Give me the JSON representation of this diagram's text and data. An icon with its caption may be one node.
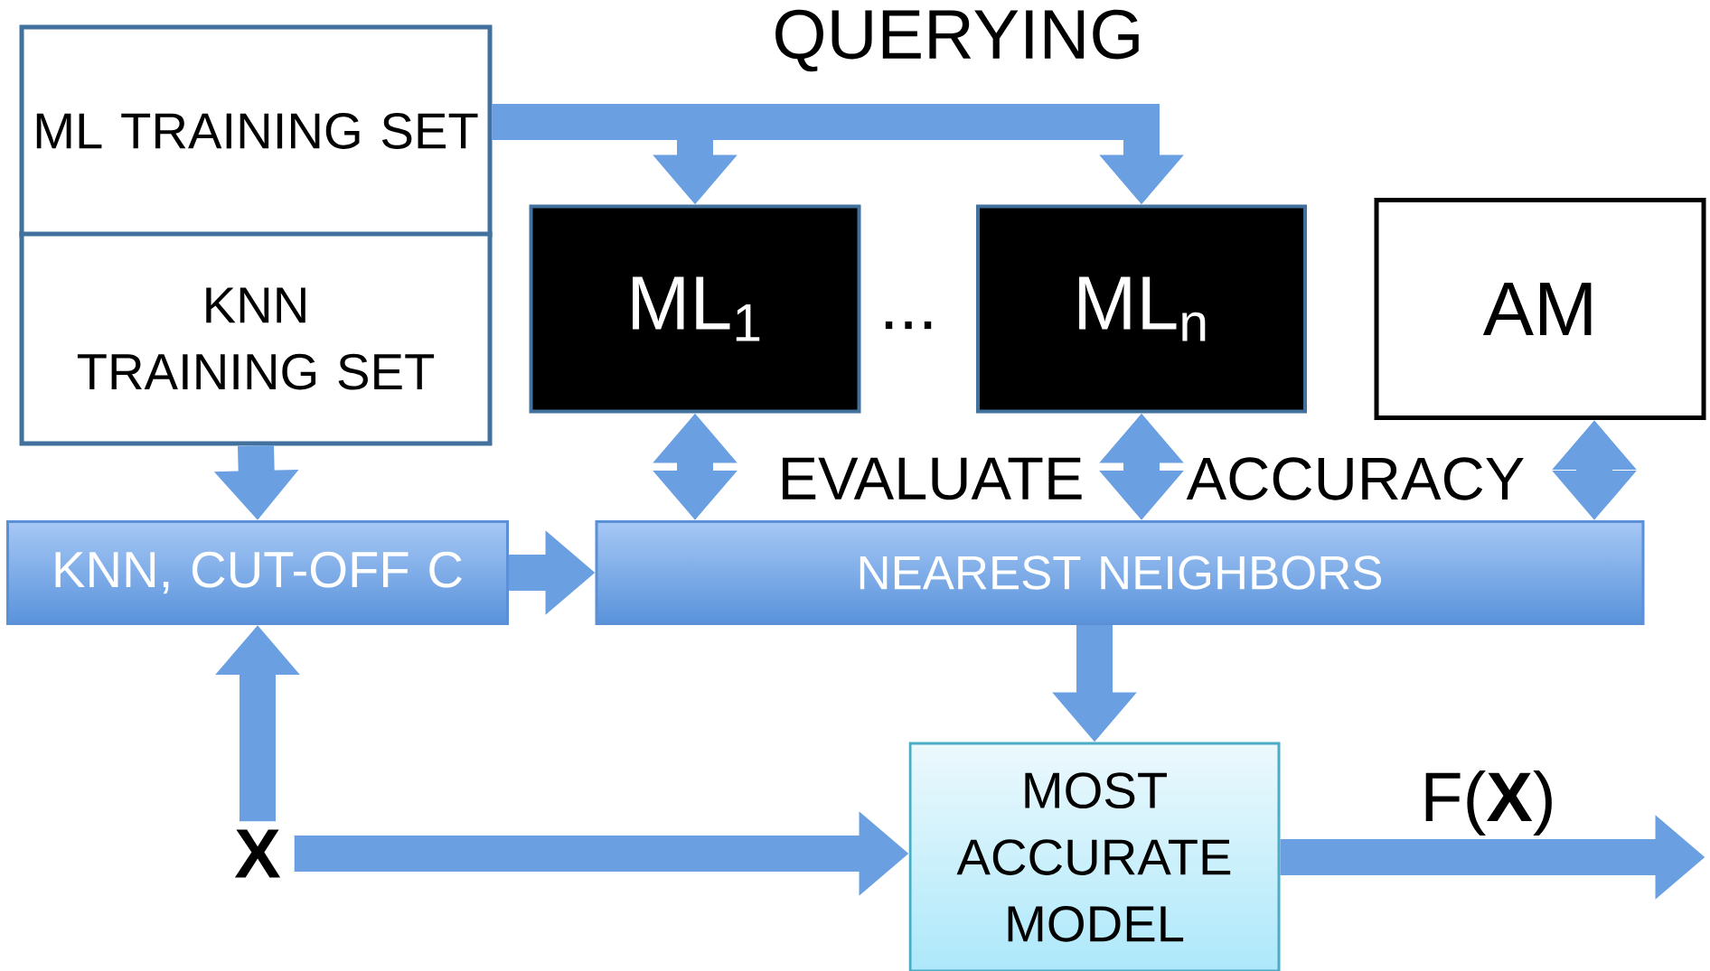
{
  "diagram": {
    "nodes": [
      {
        "text": [
          "ML TRAINING SET"
        ]
      },
      {
        "text": [
          "KNN TRAINING SET"
        ]
      },
      {
        "text": [
          "ML$_{1}$"
        ]
      },
      {
        "text": [
          "ML$_{n}$"
        ]
      },
      {
        "text": [
          "AM"
        ]
      },
      {
        "text": [
          "KNN, CUT-OFF C"
        ]
      },
      {
        "text": [
          "NEAREST NEIGHBORS"
        ]
      },
      {
        "text": [
          "X"
        ]
      },
      {
        "text": [
          "MOST ACCURATE MODEL"
        ]
      }
    ],
    "edges": [
      {
        "from": 0,
        "to": 2,
        "arrow": "to"
      },
      {
        "from": 0,
        "to": 3,
        "arrow": "to"
      },
      {
        "from": 1,
        "to": 5,
        "arrow": "to"
      },
      {
        "from": 7,
        "to": 5,
        "arrow": "to"
      },
      {
        "from": 5,
        "to": 6,
        "arrow": "to"
      },
      {
        "from": 2,
        "to": 6,
        "arrow": "both"
      },
      {
        "from": 3,
        "to": 6,
        "arrow": "both"
      },
      {
        "from": 4,
        "to": 6,
        "arrow": "both"
      },
      {
        "from": 6,
        "to": 8,
        "arrow": "to"
      },
      {
        "from": 7,
        "to": 8,
        "arrow": "to"
      },
      {
        "from": 8,
        "to": null,
        "arrow": "to",
        "label": "F(**X**)"
      }
    ],
    "labels": [
      "QUERYING",
      "...",
      "EVALUATE",
      "ACCURACY"
    ]
  }
}
